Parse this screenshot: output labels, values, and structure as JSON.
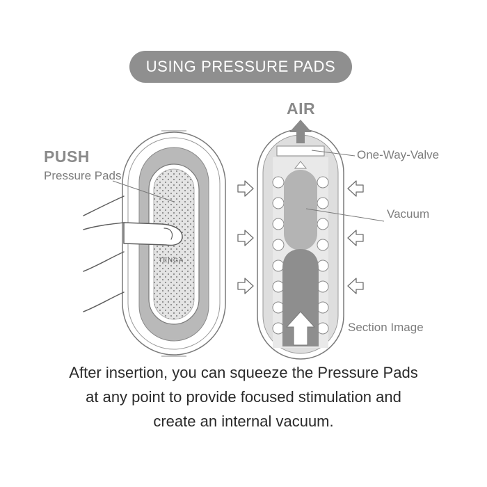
{
  "title": "USING PRESSURE PADS",
  "labels": {
    "push": "PUSH",
    "pressure_pads": "Pressure Pads",
    "air": "AIR",
    "one_way_valve": "One-Way-Valve",
    "vacuum": "Vacuum",
    "section_image": "Section Image",
    "brand": "TENGA"
  },
  "caption": [
    "After insertion, you can squeeze the Pressure Pads",
    "at any point to provide focused stimulation and",
    "create an internal vacuum."
  ],
  "colors": {
    "pill": "#8f8f8f",
    "body_fill": "#b9b9b9",
    "light_fill": "#e2e2e2",
    "outline": "#7a7a7a",
    "label_text": "#7d7d7d",
    "caption_text": "#2a2a2a"
  }
}
